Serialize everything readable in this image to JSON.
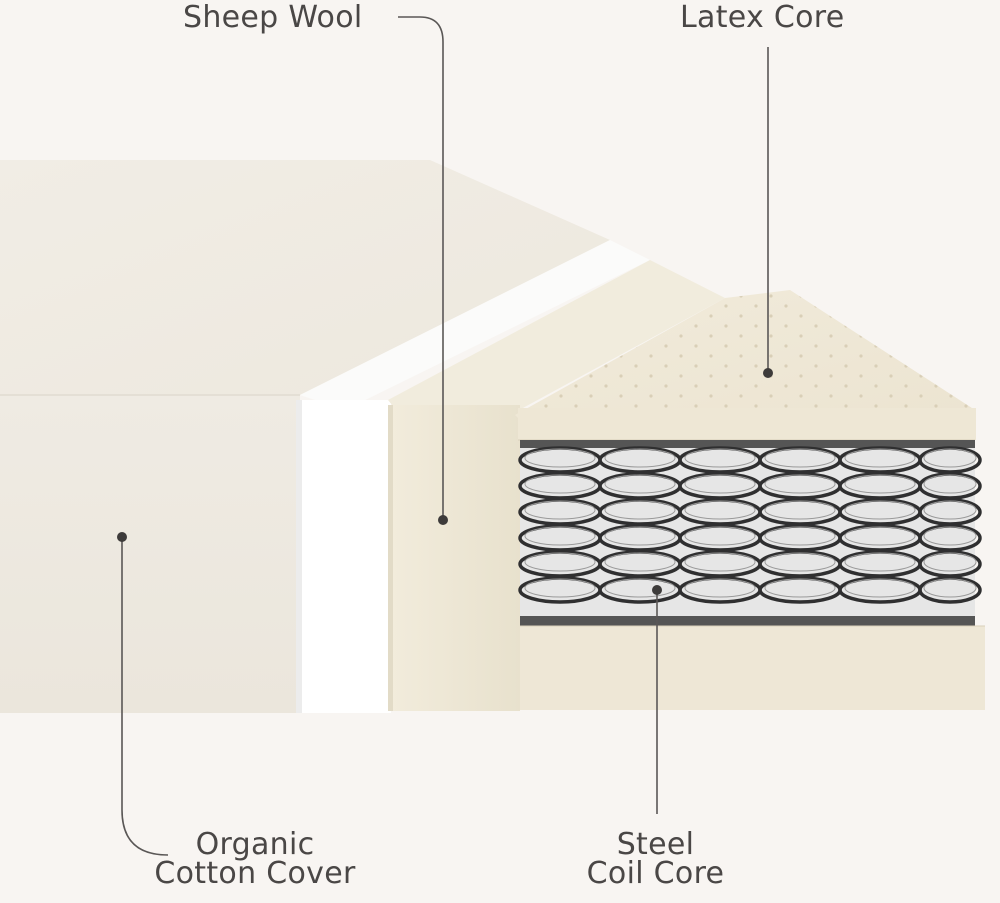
{
  "labels": {
    "sheep_wool": "Sheep Wool",
    "latex_core": "Latex Core",
    "organic_cotton_cover": [
      "Organic",
      "Cotton Cover"
    ],
    "steel_coil_core": [
      "Steel",
      "Coil Core"
    ]
  },
  "colors": {
    "background": "#f8f5f2",
    "cover": "#efebe2",
    "cover_shade": "#e9e4da",
    "white_layer": "#ffffff",
    "wool": "#ece6d4",
    "latex": "#efe8d6",
    "coil": "#2f2f30",
    "leader_line": "#5a5756",
    "label_text": "#4a4746"
  },
  "icons": {
    "callout_dot": "callout-dot-icon"
  }
}
